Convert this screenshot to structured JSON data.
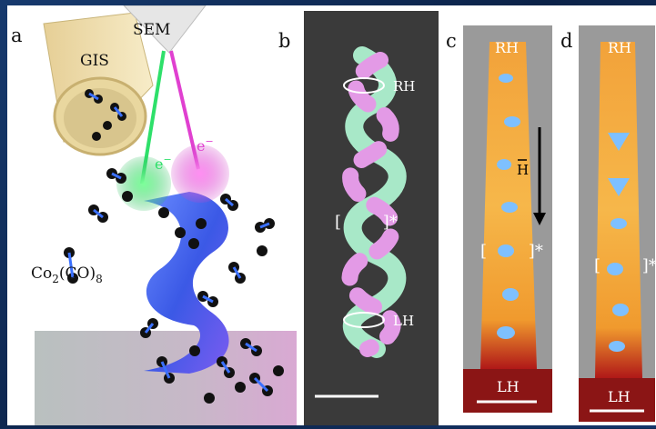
{
  "figure": {
    "panels": {
      "a": {
        "letter": "a",
        "labels": {
          "sem": "SEM",
          "gis": "GIS",
          "electron_left": "e",
          "electron_right": "e",
          "electron_superscript": "−",
          "precursor_prefix": "Co",
          "precursor_sub1": "2",
          "precursor_mid": "(CO)",
          "precursor_sub2": "8"
        },
        "beam_colors": {
          "left": "#2ee06a",
          "right": "#e040d0"
        }
      },
      "b": {
        "letter": "b",
        "labels": {
          "top": "RH",
          "bottom": "LH",
          "bracket": "[        ]*"
        },
        "strand_colors": {
          "green": "#a8e8c8",
          "magenta": "#e39ae6"
        }
      },
      "c": {
        "letter": "c",
        "labels": {
          "top": "RH",
          "bottom": "LH",
          "field": "H",
          "bracket": "[        ]*"
        }
      },
      "d": {
        "letter": "d",
        "labels": {
          "top": "RH",
          "bottom": "LH",
          "bracket": "[        ]*"
        }
      }
    }
  }
}
